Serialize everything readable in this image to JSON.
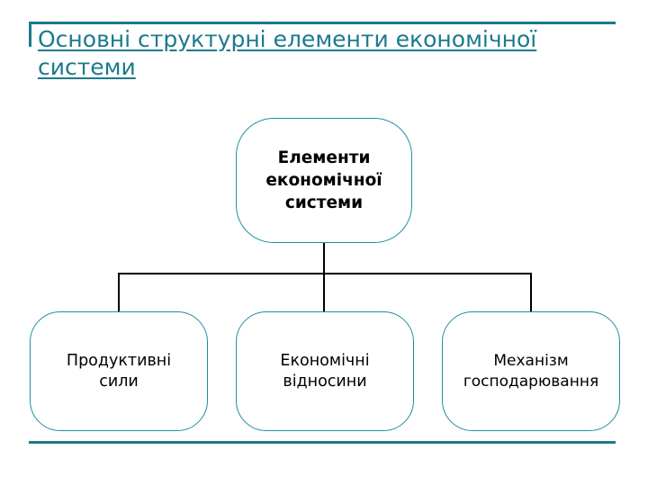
{
  "slide": {
    "title": "Основні структурні елементи економічної системи",
    "accent_color": "#1c7a8c",
    "box_border_color": "#1f8fa0",
    "connector_color": "#000000"
  },
  "diagram": {
    "type": "org-chart",
    "root": {
      "label": "Елементи\nекономічної\nсистеми"
    },
    "children": [
      {
        "label": "Продуктивні\nсили"
      },
      {
        "label": "Економічні\nвідносини"
      },
      {
        "label": "Механізм\nгосподарювання"
      }
    ]
  }
}
